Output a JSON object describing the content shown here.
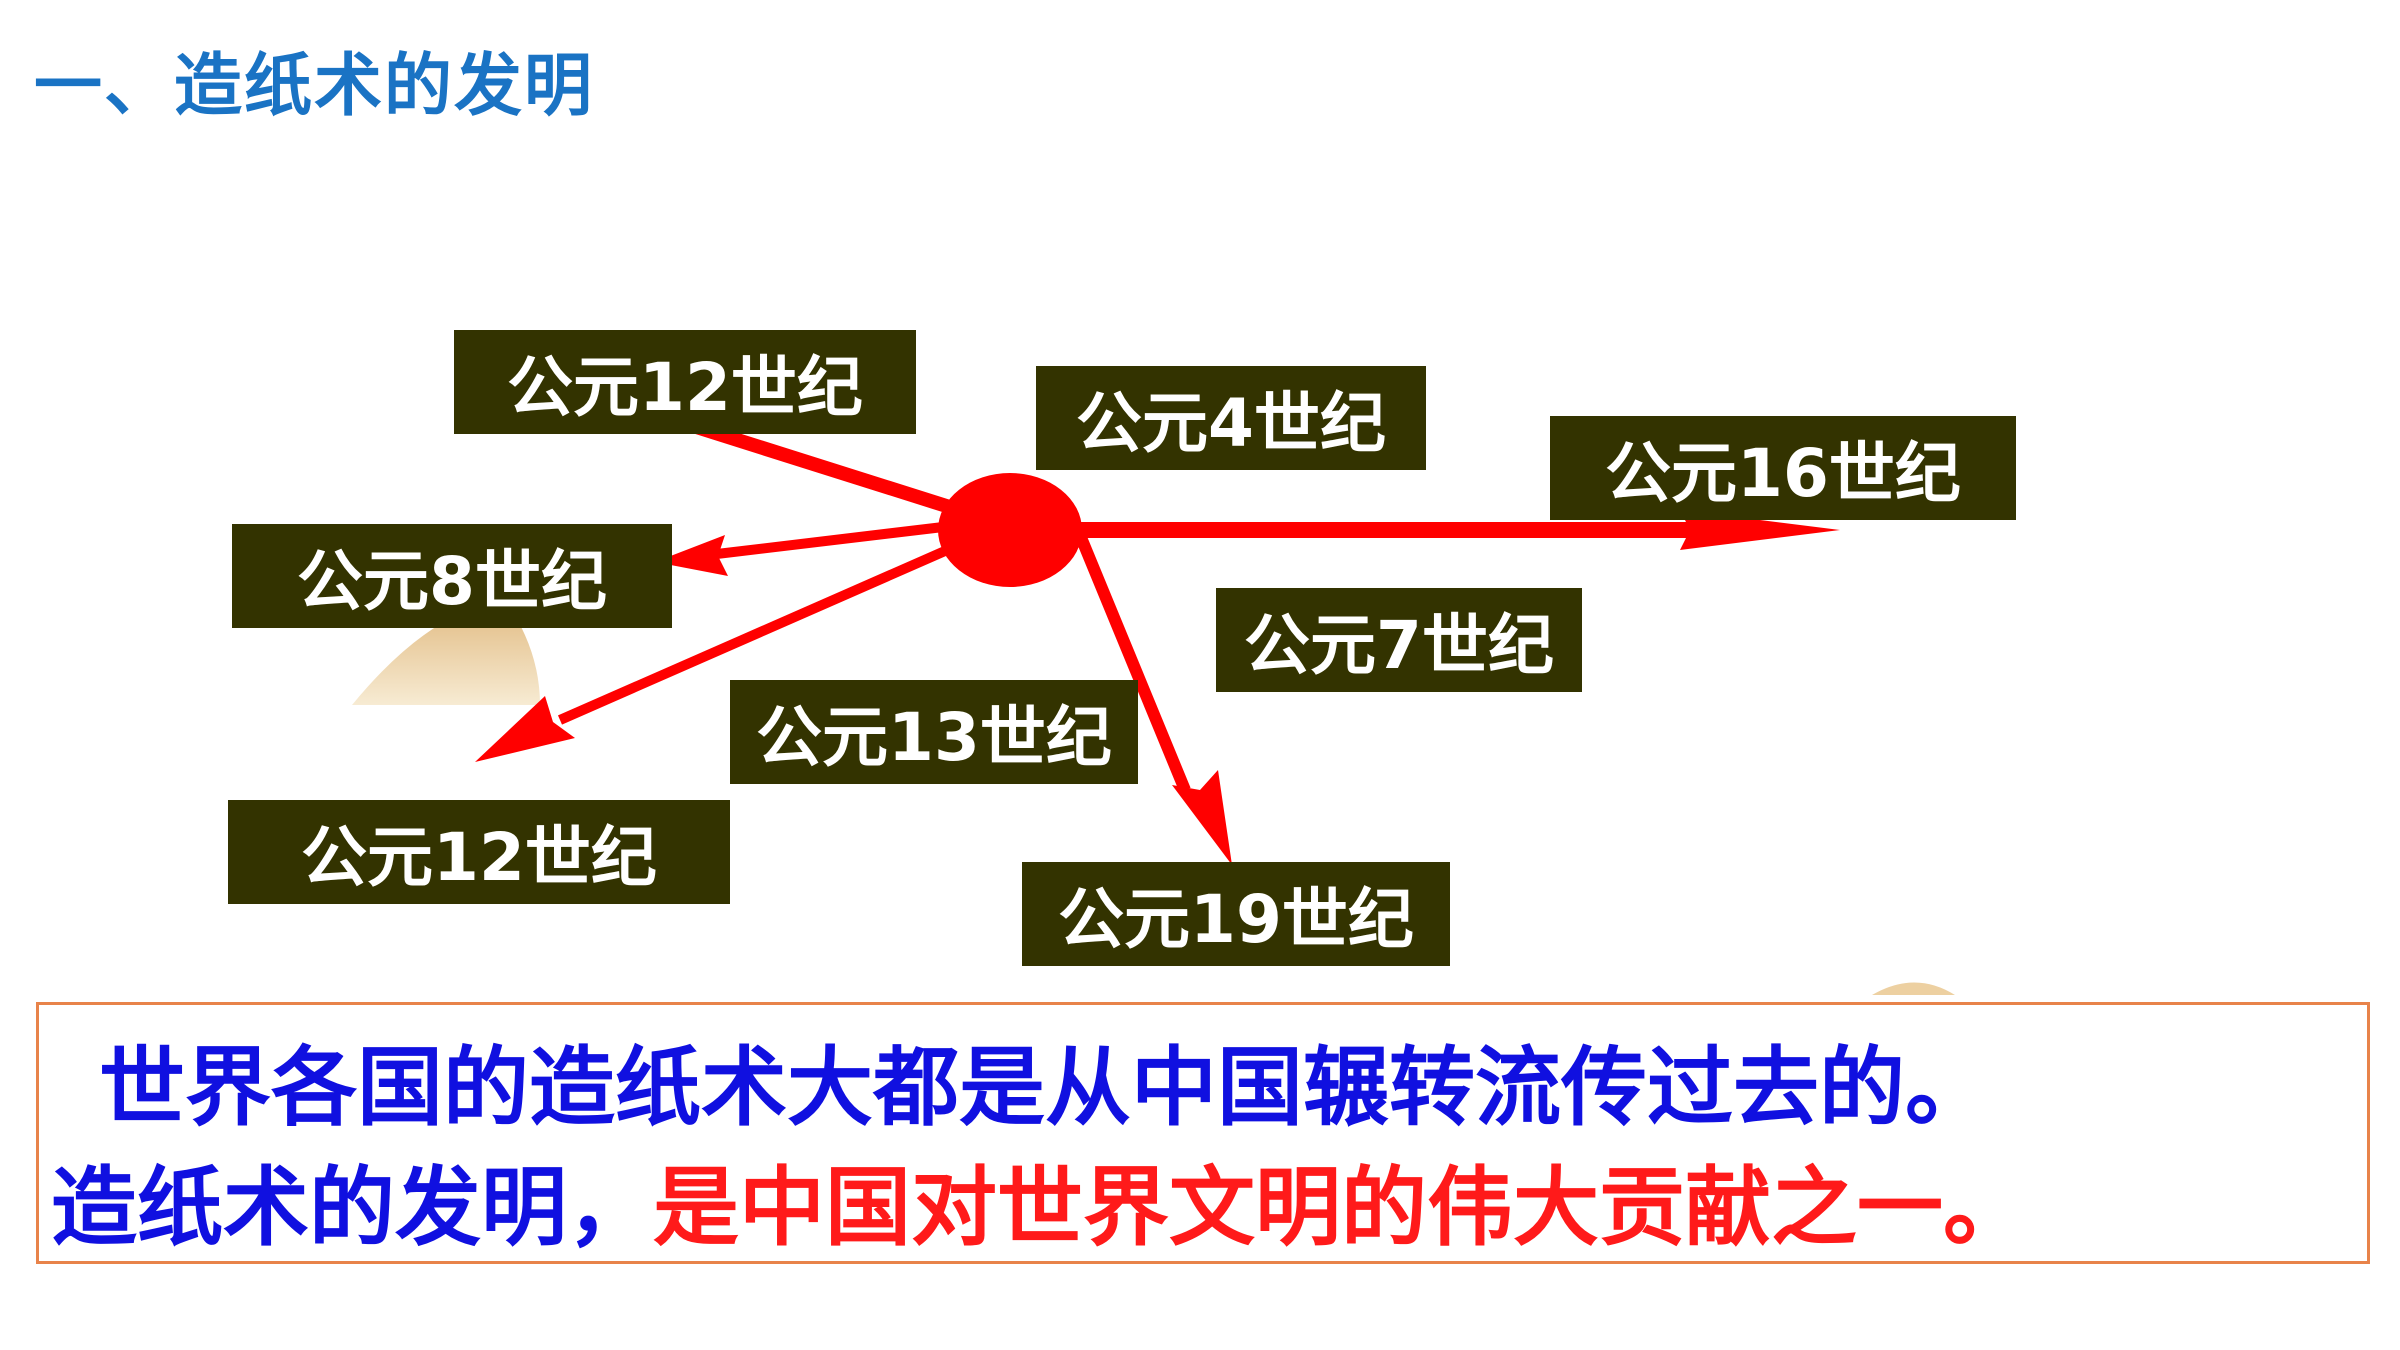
{
  "title": "一、造纸术的发明",
  "labels": {
    "c12_top": "公元12世纪",
    "c4": "公元4世纪",
    "c16": "公元16世纪",
    "c8": "公元8世纪",
    "c7": "公元7世纪",
    "c13": "公元13世纪",
    "c12_bottom": "公元12世纪",
    "c19": "公元19世纪"
  },
  "summary": {
    "line1": "世界各国的造纸术大都是从中国辗转流传过去的。",
    "line2_blue": "造纸术的发明，",
    "line2_red": "是中国对世界文明的伟大贡献之一。"
  },
  "colors": {
    "title": "#1a73c4",
    "label_bg": "#333300",
    "arrow": "#ff0000",
    "blue_text": "#1010e0",
    "red_text": "#ff1a1a",
    "box_border": "#e8834a"
  }
}
